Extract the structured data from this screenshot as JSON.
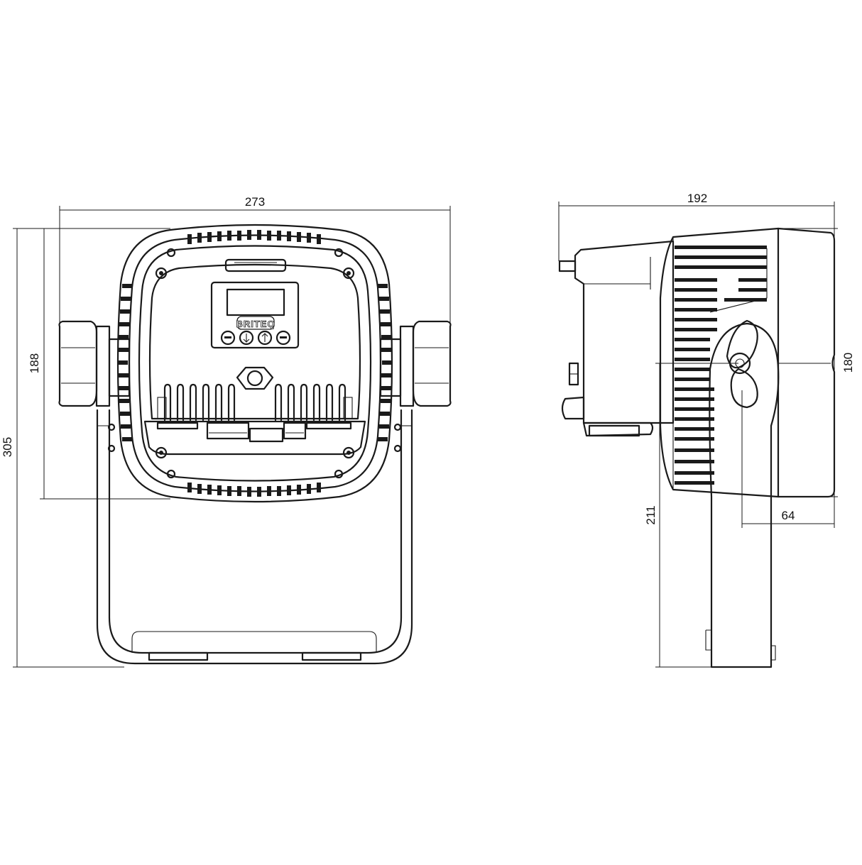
{
  "dimensions": {
    "front_width": "273",
    "front_body_height": "188",
    "front_total_height": "305",
    "side_depth": "192",
    "side_body_height": "180",
    "side_bracket_height": "211",
    "side_pivot_offset": "64"
  },
  "logo": {
    "text": "BRITEQ"
  },
  "colors": {
    "line": "#1a1a1a",
    "background": "#ffffff"
  },
  "control_panel": {
    "buttons": [
      "menu-icon",
      "down-arrow-icon",
      "up-arrow-icon",
      "enter-icon"
    ]
  }
}
